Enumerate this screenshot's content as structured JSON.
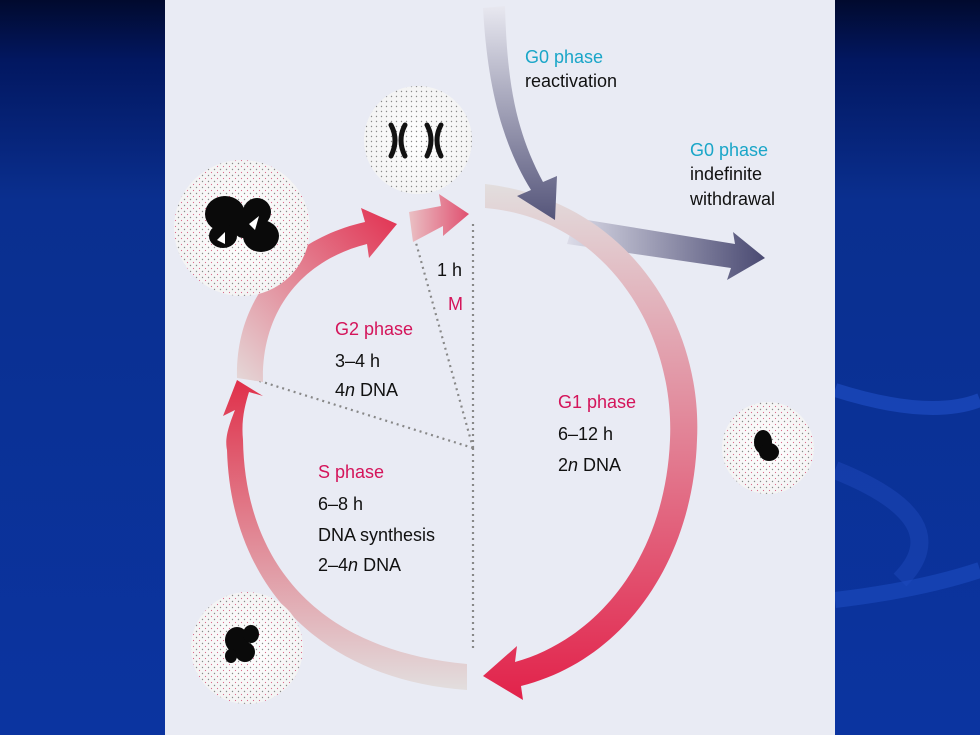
{
  "colors": {
    "slide_background": "#0b34a0",
    "panel_background": "#e9ebf4",
    "phase_name": "#d4145a",
    "g0_phase": "#1aa6c8",
    "g0_arrow": "#5a5a80",
    "cycle_arrow": "#e0304a"
  },
  "g0_reactivation": {
    "phase": "G0 phase",
    "desc": "reactivation"
  },
  "g0_withdrawal": {
    "phase": "G0 phase",
    "desc1": "indefinite",
    "desc2": "withdrawal"
  },
  "m_phase": {
    "duration": "1 h",
    "name": "M"
  },
  "g2_phase": {
    "name": "G2 phase",
    "duration": "3–4 h",
    "dna_num": "4",
    "dna_n": "n",
    "dna_rest": " DNA"
  },
  "g1_phase": {
    "name": "G1 phase",
    "duration": "6–12 h",
    "dna_num": "2",
    "dna_n": "n",
    "dna_rest": " DNA"
  },
  "s_phase": {
    "name": "S phase",
    "duration": "6–8 h",
    "activity": "DNA synthesis",
    "dna_num": "2–4",
    "dna_n": "n",
    "dna_rest": " DNA"
  },
  "icons": [
    "chromosomes-icon",
    "condensed-chromatin-icon",
    "g1-nucleus-icon",
    "s-nucleus-icon"
  ]
}
